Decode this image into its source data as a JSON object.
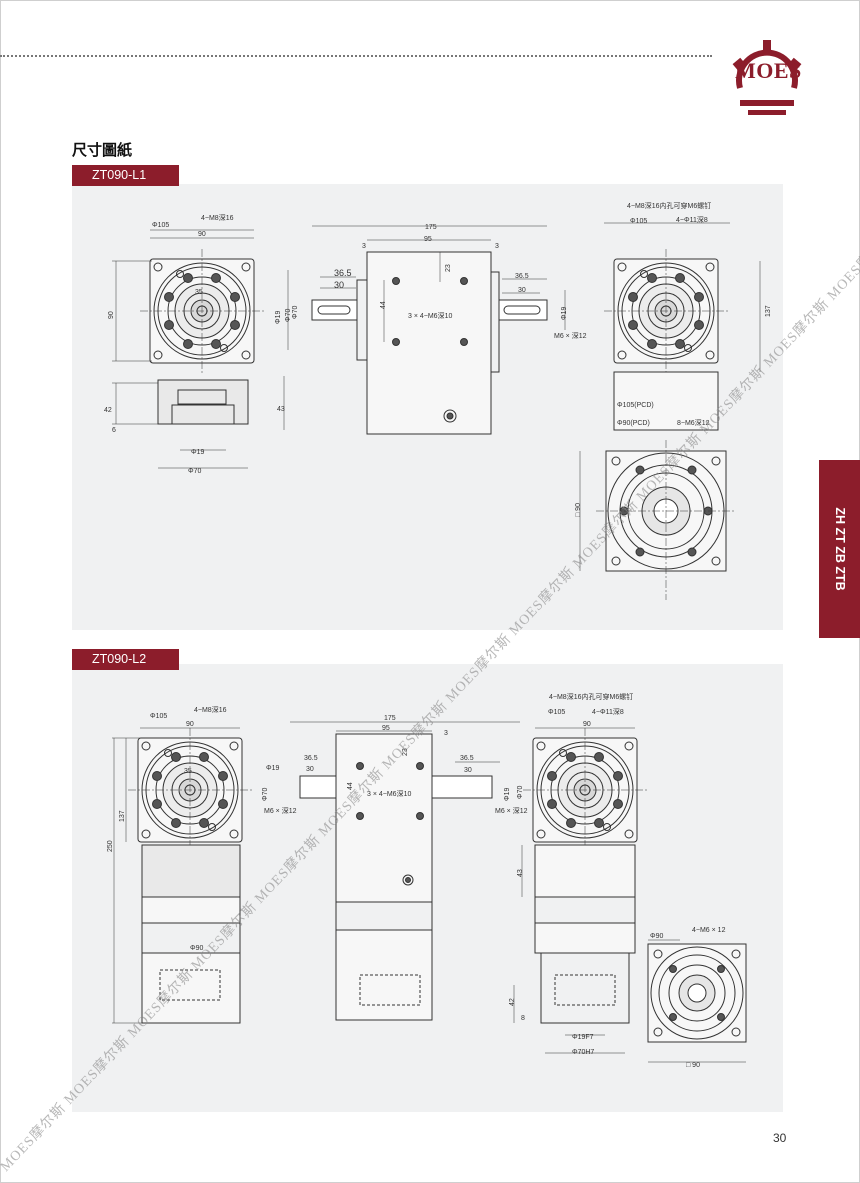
{
  "brand": {
    "logo_text": "MOES",
    "color": "#8c1d2b"
  },
  "section_title": "尺寸圖紙",
  "side_tab": "ZH ZT ZB ZTB",
  "page_number": "30",
  "watermark": "MOES摩尔斯",
  "drawing1": {
    "tag": "ZT090-L1",
    "left": {
      "d105": "Φ105",
      "m8": "4−M8深16",
      "w90": "90",
      "h90": "90",
      "d35": "35",
      "d70": "Φ70",
      "d19": "Φ19",
      "h42": "42",
      "h43": "43",
      "h6": "6",
      "b19": "Φ19",
      "b70": "Φ70"
    },
    "center": {
      "w175": "175",
      "w95": "95",
      "w3a": "3",
      "w3b": "3",
      "w365a": "36.5",
      "w30a": "30",
      "w365b": "36.5",
      "w30b": "30",
      "h23": "23",
      "h44": "44",
      "holes": "3 × 4−M6深10",
      "d70": "Φ70",
      "d19": "Φ19",
      "m6": "M6 × 深12"
    },
    "right": {
      "m8note": "4−M8深16内孔可穿M6螺钉",
      "d105": "Φ105",
      "d11": "4−Φ11深8",
      "h137": "137",
      "pcd105": "Φ105(PCD)",
      "pcd90": "Φ90(PCD)",
      "m6": "8−M6深12",
      "sq90": "□ 90"
    }
  },
  "drawing2": {
    "tag": "ZT090-L2",
    "left": {
      "d105": "Φ105",
      "m8": "4−M8深16",
      "w90": "90",
      "h137": "137",
      "h250": "250",
      "d35": "35",
      "d70": "Φ70",
      "d19": "Φ19",
      "m6": "M6 × 深12",
      "d90": "Φ90"
    },
    "center": {
      "w175": "175",
      "w95": "95",
      "w3": "3",
      "w365a": "36.5",
      "w30a": "30",
      "w365b": "36.5",
      "w30b": "30",
      "h23": "23",
      "h44": "44",
      "holes": "3 × 4−M6深10",
      "d70": "Φ70",
      "d19": "Φ19",
      "m6": "M6 × 深12"
    },
    "right": {
      "m8note": "4−M8深16内孔可穿M6螺钉",
      "d105": "Φ105",
      "w90": "90",
      "d11": "4−Φ11深8",
      "h43": "43",
      "h42": "42",
      "h8": "8",
      "d19f7": "Φ19F7",
      "d70h7": "Φ70H7",
      "d90": "Φ90",
      "m6": "4−M6 × 12",
      "sq90": "□ 90"
    }
  }
}
